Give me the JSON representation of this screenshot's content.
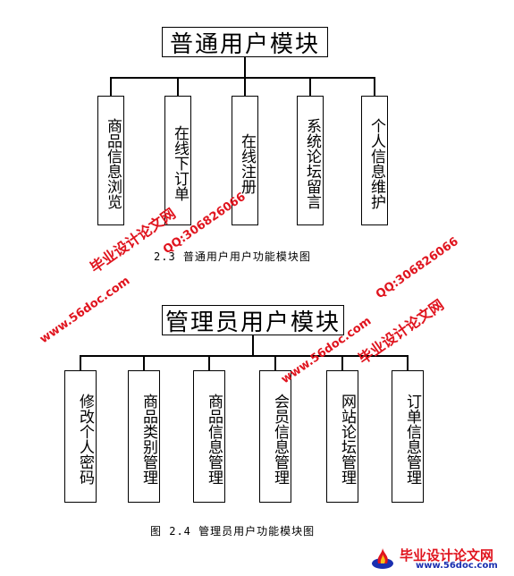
{
  "diagram1": {
    "title": "普通用户模块",
    "children": [
      "商品信息浏览",
      "在线下订单",
      "在线注册",
      "系统论坛留言",
      "个人信息维护"
    ],
    "caption": "2.3 普通用户用户功能模块图"
  },
  "diagram2": {
    "title": "管理员用户模块",
    "children": [
      "修改个人密码",
      "商品类别管理",
      "商品信息管理",
      "会员信息管理",
      "网站论坛管理",
      "订单信息管理"
    ],
    "caption": "图 2.4 管理员用户功能模块图"
  },
  "watermarks": {
    "site_name": "毕业设计论文网",
    "qq": "QQ:306826066",
    "url": "www.56doc.com"
  },
  "colors": {
    "watermark_red": "#e0141e",
    "watermark_blue": "#1a2fb0"
  }
}
